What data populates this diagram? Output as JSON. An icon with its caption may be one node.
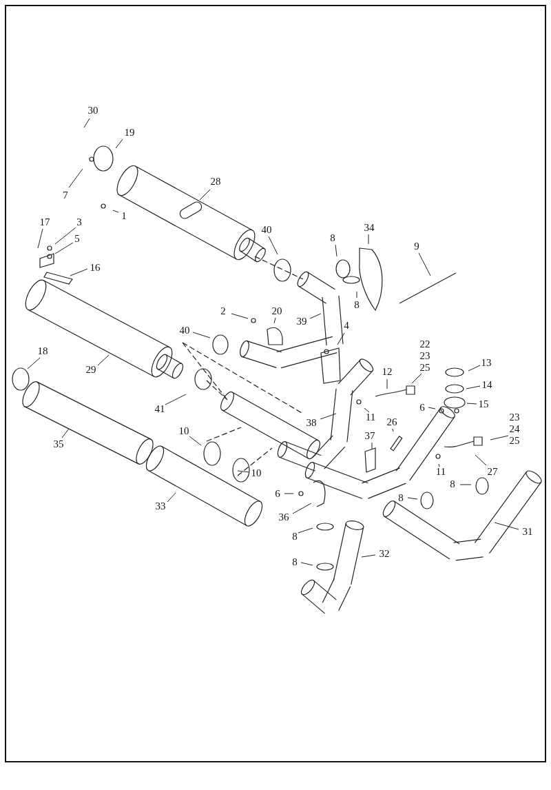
{
  "diagram": {
    "nodes": [
      {
        "text": [
          "30"
        ]
      },
      {
        "text": [
          "19"
        ]
      },
      {
        "text": [
          "7"
        ]
      },
      {
        "text": [
          "28"
        ]
      },
      {
        "text": [
          "1"
        ]
      },
      {
        "text": [
          "17"
        ]
      },
      {
        "text": [
          "3"
        ]
      },
      {
        "text": [
          "5"
        ]
      },
      {
        "text": [
          "16"
        ]
      },
      {
        "text": [
          "40"
        ]
      },
      {
        "text": [
          "8"
        ]
      },
      {
        "text": [
          "34"
        ]
      },
      {
        "text": [
          "9"
        ]
      },
      {
        "text": [
          "8"
        ]
      },
      {
        "text": [
          "2"
        ]
      },
      {
        "text": [
          "20"
        ]
      },
      {
        "text": [
          "39"
        ]
      },
      {
        "text": [
          "4"
        ]
      },
      {
        "text": [
          "40"
        ]
      },
      {
        "text": [
          "18"
        ]
      },
      {
        "text": [
          "29"
        ]
      },
      {
        "text": [
          "22 23 25"
        ]
      },
      {
        "text": [
          "12"
        ]
      },
      {
        "text": [
          "13"
        ]
      },
      {
        "text": [
          "14"
        ]
      },
      {
        "text": [
          "15"
        ]
      },
      {
        "text": [
          "6"
        ]
      },
      {
        "text": [
          "41"
        ]
      },
      {
        "text": [
          "11"
        ]
      },
      {
        "text": [
          "38"
        ]
      },
      {
        "text": [
          "26"
        ]
      },
      {
        "text": [
          "23 24 25"
        ]
      },
      {
        "text": [
          "37"
        ]
      },
      {
        "text": [
          "10"
        ]
      },
      {
        "text": [
          "11"
        ]
      },
      {
        "text": [
          "27"
        ]
      },
      {
        "text": [
          "10"
        ]
      },
      {
        "text": [
          "35"
        ]
      },
      {
        "text": [
          "8"
        ]
      },
      {
        "text": [
          "6"
        ]
      },
      {
        "text": [
          "8"
        ]
      },
      {
        "text": [
          "33"
        ]
      },
      {
        "text": [
          "36"
        ]
      },
      {
        "text": [
          "31"
        ]
      },
      {
        "text": [
          "8"
        ]
      },
      {
        "text": [
          "32"
        ]
      },
      {
        "text": [
          "8"
        ]
      }
    ],
    "edges": [
      {
        "from": 0,
        "to": null,
        "arrow": "none"
      },
      {
        "from": 1,
        "to": null,
        "arrow": "none"
      },
      {
        "from": 2,
        "to": null,
        "arrow": "none"
      },
      {
        "from": 3,
        "to": null,
        "arrow": "none"
      },
      {
        "from": 4,
        "to": null,
        "arrow": "none"
      },
      {
        "from": 5,
        "to": null,
        "arrow": "none"
      },
      {
        "from": 6,
        "to": null,
        "arrow": "none"
      },
      {
        "from": 7,
        "to": null,
        "arrow": "none"
      },
      {
        "from": 8,
        "to": null,
        "arrow": "none"
      },
      {
        "from": 9,
        "to": null,
        "arrow": "none"
      },
      {
        "from": 10,
        "to": null,
        "arrow": "none"
      },
      {
        "from": 11,
        "to": null,
        "arrow": "none"
      },
      {
        "from": 12,
        "to": null,
        "arrow": "none"
      },
      {
        "from": 13,
        "to": null,
        "arrow": "none"
      },
      {
        "from": 14,
        "to": null,
        "arrow": "none"
      },
      {
        "from": 15,
        "to": null,
        "arrow": "none"
      },
      {
        "from": 16,
        "to": null,
        "arrow": "none"
      },
      {
        "from": 17,
        "to": null,
        "arrow": "none"
      },
      {
        "from": 18,
        "to": null,
        "arrow": "none"
      },
      {
        "from": 19,
        "to": null,
        "arrow": "none"
      },
      {
        "from": 20,
        "to": null,
        "arrow": "none"
      },
      {
        "from": 21,
        "to": null,
        "arrow": "none"
      },
      {
        "from": 22,
        "to": null,
        "arrow": "none"
      },
      {
        "from": 23,
        "to": null,
        "arrow": "none"
      },
      {
        "from": 24,
        "to": null,
        "arrow": "none"
      },
      {
        "from": 25,
        "to": null,
        "arrow": "none"
      },
      {
        "from": 26,
        "to": null,
        "arrow": "none"
      },
      {
        "from": 27,
        "to": null,
        "arrow": "none"
      },
      {
        "from": 28,
        "to": null,
        "arrow": "none"
      },
      {
        "from": 29,
        "to": null,
        "arrow": "none"
      },
      {
        "from": 30,
        "to": null,
        "arrow": "none"
      },
      {
        "from": 31,
        "to": null,
        "arrow": "none"
      },
      {
        "from": 32,
        "to": null,
        "arrow": "none"
      },
      {
        "from": 33,
        "to": null,
        "arrow": "none"
      },
      {
        "from": 34,
        "to": null,
        "arrow": "none"
      },
      {
        "from": 35,
        "to": null,
        "arrow": "none"
      },
      {
        "from": 36,
        "to": null,
        "arrow": "none"
      },
      {
        "from": 37,
        "to": null,
        "arrow": "none"
      },
      {
        "from": 38,
        "to": null,
        "arrow": "none"
      },
      {
        "from": 39,
        "to": null,
        "arrow": "none"
      },
      {
        "from": 40,
        "to": null,
        "arrow": "none"
      },
      {
        "from": 41,
        "to": null,
        "arrow": "none"
      },
      {
        "from": 42,
        "to": null,
        "arrow": "none"
      },
      {
        "from": 43,
        "to": null,
        "arrow": "none"
      },
      {
        "from": 44,
        "to": null,
        "arrow": "none"
      },
      {
        "from": 45,
        "to": null,
        "arrow": "none"
      },
      {
        "from": 46,
        "to": null,
        "arrow": "none"
      }
    ]
  }
}
